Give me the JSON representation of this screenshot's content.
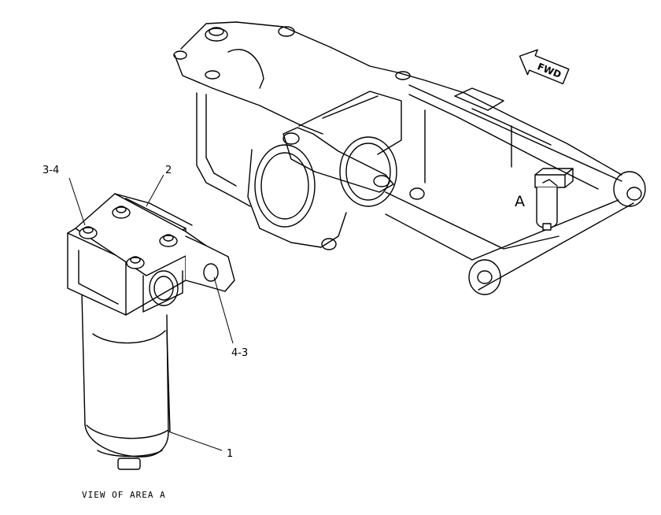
{
  "callouts": {
    "part_1": "1",
    "part_2": "2",
    "part_3_4": "3-4",
    "part_4_3": "4-3",
    "area_a": "A"
  },
  "fwd_arrow": {
    "label": "FWD"
  },
  "caption": "VIEW OF AREA A"
}
